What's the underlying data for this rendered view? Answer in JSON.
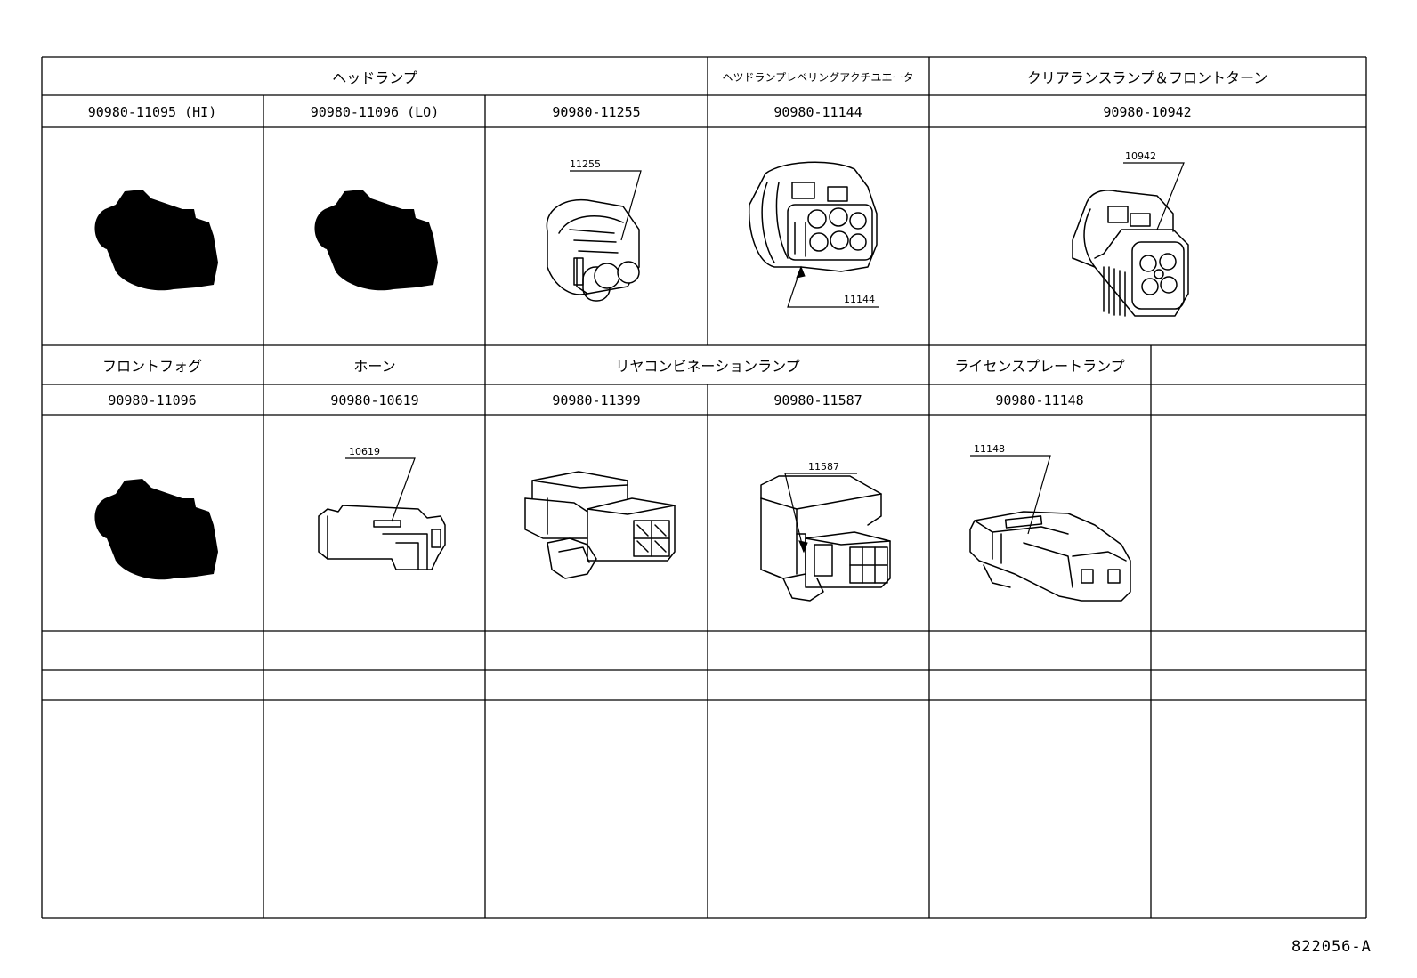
{
  "categories": [
    "ヘッドランプ",
    "ヘツドランプレベリングアクチユエータ",
    "クリアランスランプ＆フロントターン",
    "フロントフォグ",
    "ホーン",
    "リヤコンビネーションランプ",
    "ライセンスプレートランプ"
  ],
  "part_numbers": [
    "90980-11095 (HI)",
    "90980-11096 (LO)",
    "90980-11255",
    "90980-11144",
    "90980-10942",
    "90980-11096",
    "90980-10619",
    "90980-11399",
    "90980-11587",
    "90980-11148"
  ],
  "callouts": [
    "11255",
    "11144",
    "10942",
    "10619",
    "11587",
    "11148"
  ],
  "drawing_code": "822056-A"
}
